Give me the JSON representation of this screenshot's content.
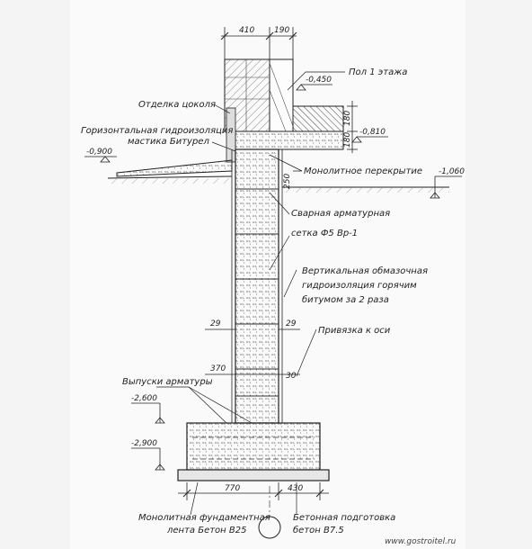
{
  "diagram": {
    "dimensions_top": {
      "left": "410",
      "right": "190"
    },
    "levels": {
      "l_0450": "-0,450",
      "l_0810": "-0,810",
      "l_0900": "-0,900",
      "l_1060": "-1,060",
      "l_2600": "-2,600",
      "l_2900": "-2,900"
    },
    "labels": {
      "floor_first": "Пол 1 этажа",
      "plinth_finish": "Отделка цоколя",
      "horizontal_waterproofing_1": "Горизонтальная гидроизоляция",
      "horizontal_waterproofing_2": "мастика Битурел",
      "monolithic_slab": "Монолитное перекрытие",
      "welded_mesh_1": "Сварная арматурная",
      "welded_mesh_2": "сетка Ф5 Вр-1",
      "vertical_waterproofing_1": "Вертикальная обмазочная",
      "vertical_waterproofing_2": "гидроизоляция горячим",
      "vertical_waterproofing_3": "битумом за 2 раза",
      "axis_binding": "Привязка к оси",
      "rebar_outlets": "Выпуски арматуры",
      "footing_1": "Монолитная фундаментная",
      "footing_2": "лента Бетон В25",
      "bedding_1": "Бетонная подготовка",
      "bedding_2": "бетон В7.5"
    },
    "dimension_values": {
      "d_180a": "180",
      "d_180b": "180",
      "d_250": "250",
      "d_29_left": "29",
      "d_29_right": "29",
      "d_370": "370",
      "d_30": "30",
      "d_770": "770",
      "d_430": "430"
    },
    "watermark": "www.gostroitel.ru"
  }
}
